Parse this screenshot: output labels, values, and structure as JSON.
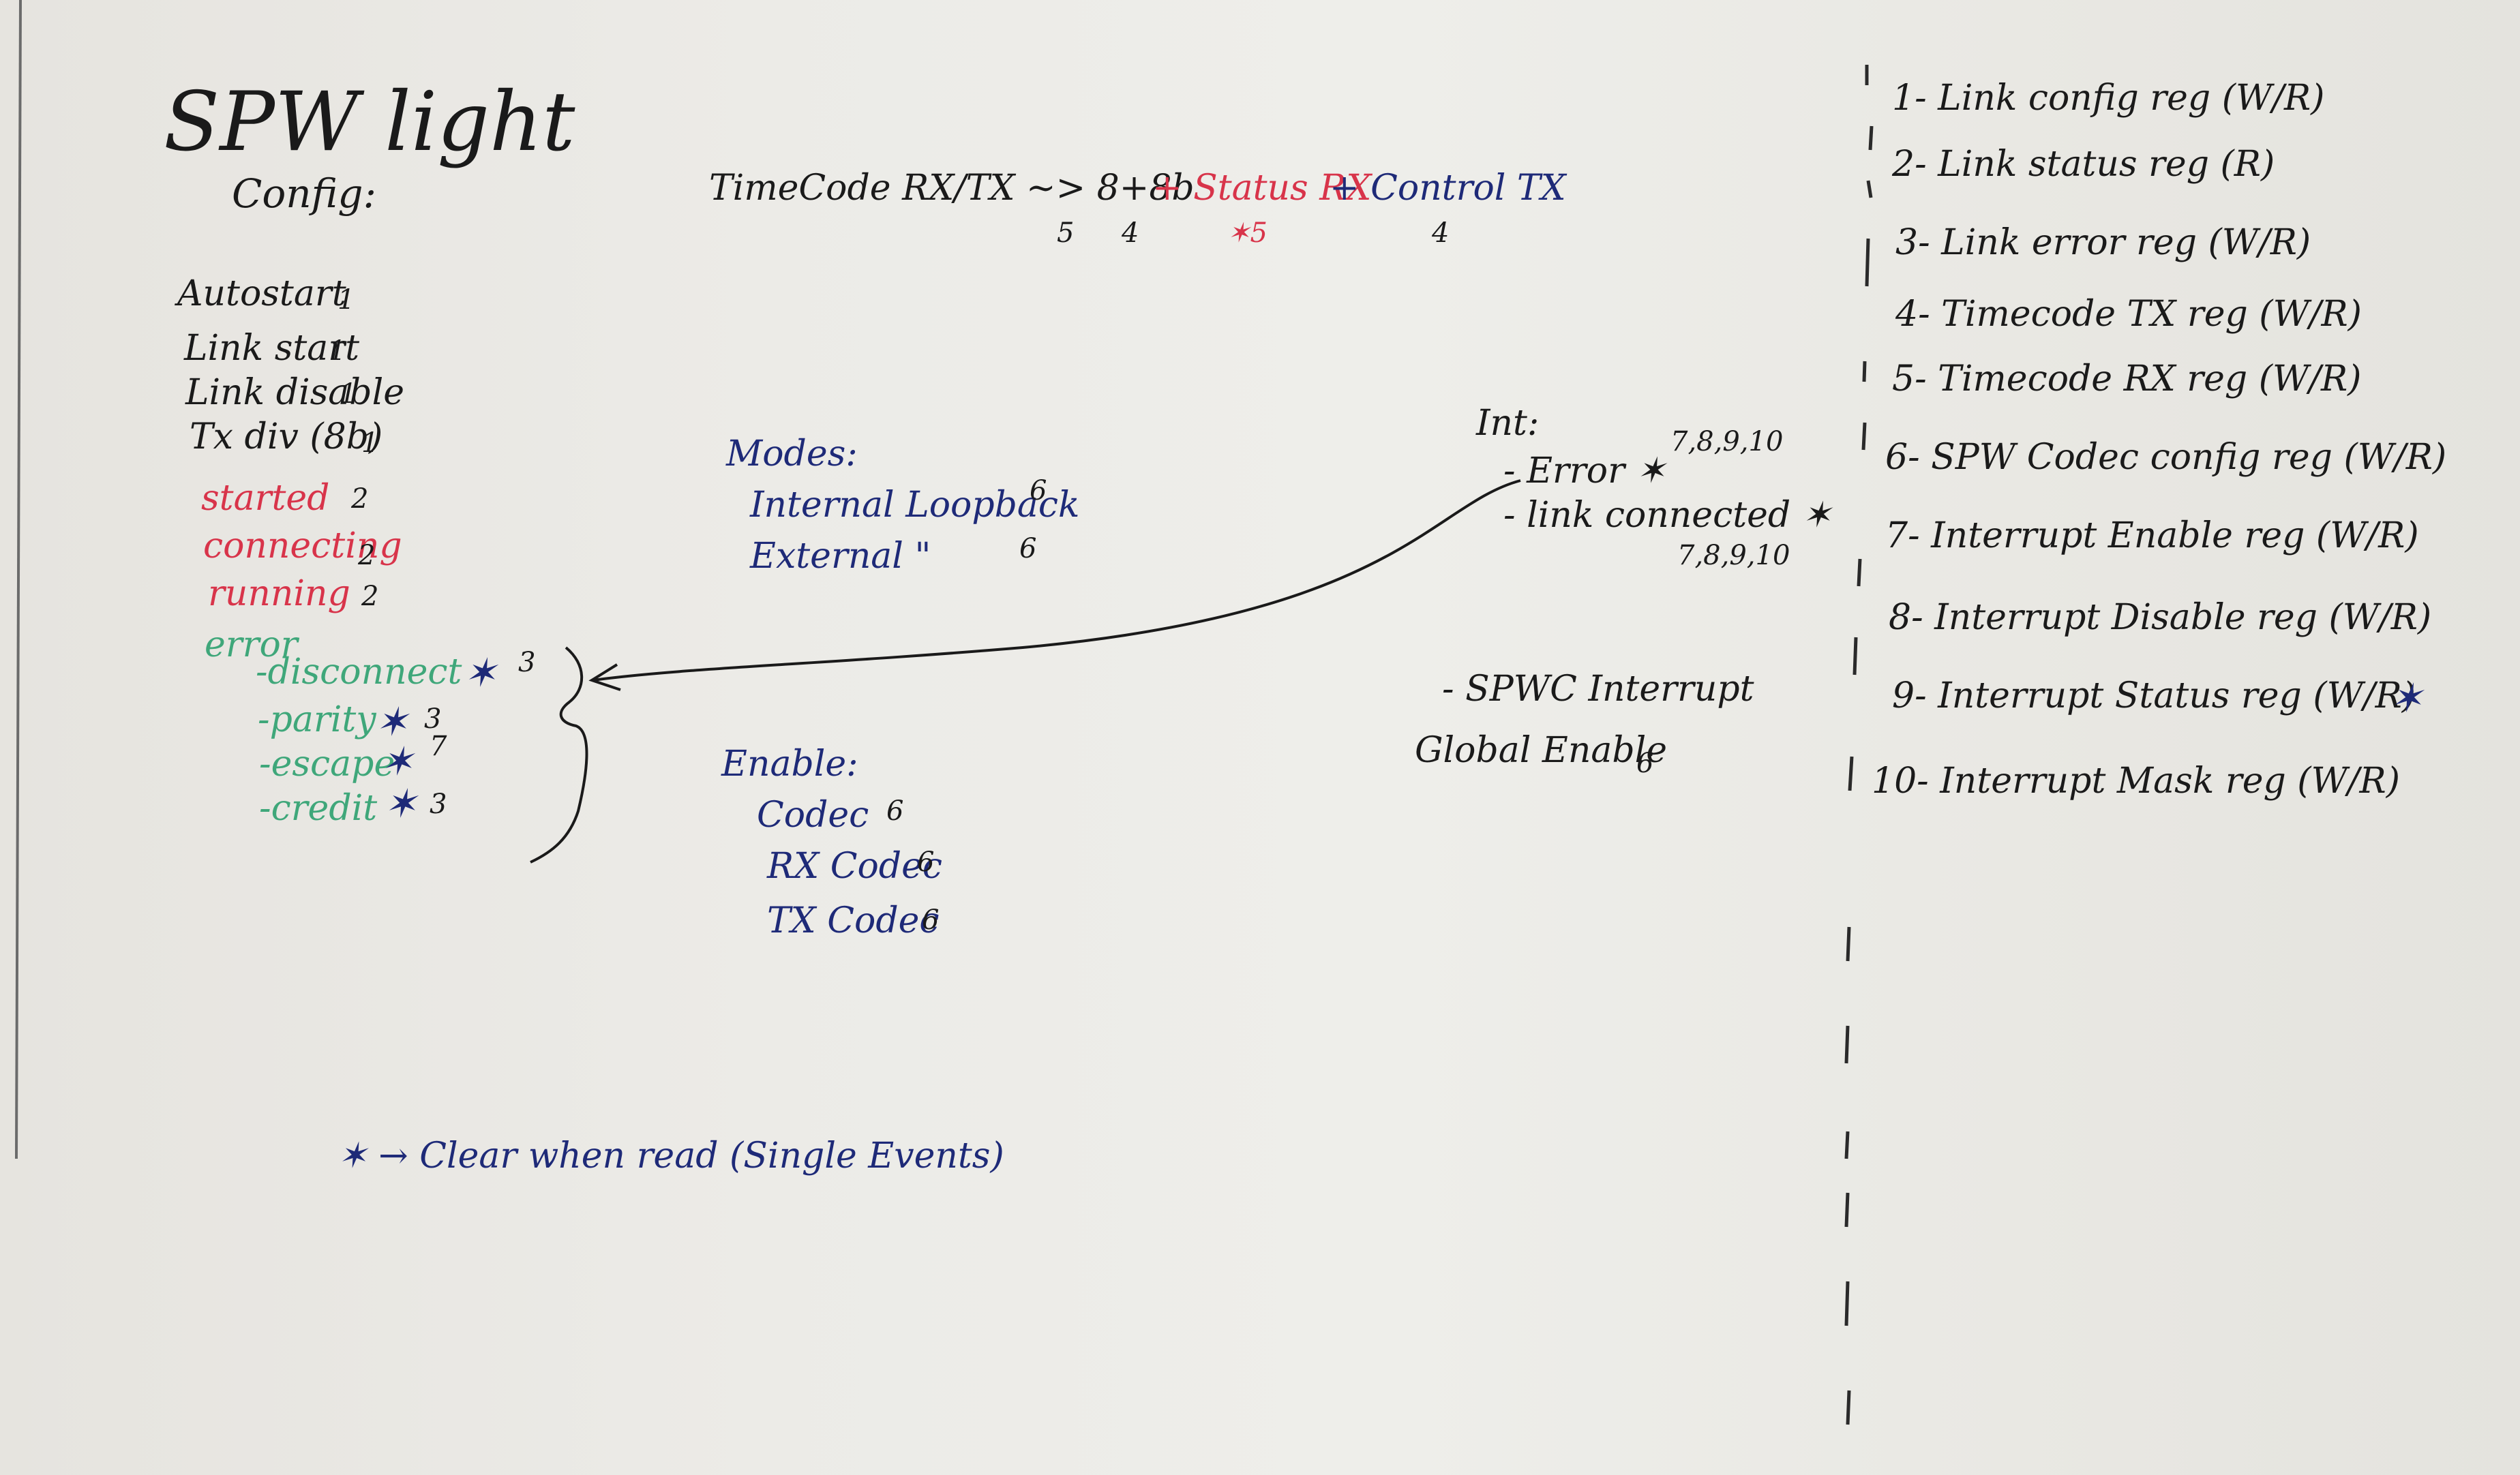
{
  "board": {
    "title": "SPW light",
    "config_heading": "Config:",
    "config_items": [
      {
        "label": "Autostart",
        "num": "1"
      },
      {
        "label": "Link start",
        "num": "1"
      },
      {
        "label": "Link disable",
        "num": "1"
      },
      {
        "label": "Tx div (8b)",
        "num": "1"
      }
    ],
    "states": [
      {
        "label": "started",
        "num": "2"
      },
      {
        "label": "connecting",
        "num": "2"
      },
      {
        "label": "running",
        "num": "2"
      }
    ],
    "error_heading": "error",
    "errors": [
      {
        "label": "-disconnect",
        "star": "✶",
        "num": "3"
      },
      {
        "label": "-parity",
        "star": "✶",
        "num": "3"
      },
      {
        "label": "-escape",
        "star": "✶",
        "num": "7"
      },
      {
        "label": "-credit",
        "star": "✶",
        "num": "3"
      }
    ],
    "timecode": {
      "prefix": "TimeCode RX/TX ~> 8+8b",
      "status": "+ Status RX",
      "control": "+ Control TX",
      "n1": "5",
      "n2": "4",
      "n3": "✶5",
      "n4": "4"
    },
    "modes": {
      "heading": "Modes:",
      "items": [
        {
          "label": "Internal Loopback",
          "num": "6"
        },
        {
          "label": "External   \"",
          "num": "6"
        }
      ]
    },
    "enable": {
      "heading": "Enable:",
      "items": [
        {
          "label": "Codec",
          "num": "6"
        },
        {
          "label": "RX Codec",
          "num": "6"
        },
        {
          "label": "TX Codec",
          "num": "6"
        }
      ]
    },
    "interrupts": {
      "heading": "Int:",
      "error": "- Error ✶",
      "error_refs": "7,8,9,10",
      "link": "- link connected ✶",
      "link_refs": "7,8,9,10",
      "spwc": "- SPWC Interrupt",
      "global": "Global Enable",
      "global_num": "6"
    },
    "note": "✶ → Clear when read (Single Events)",
    "registers": [
      {
        "label": "1- Link config reg (W/R)",
        "star": ""
      },
      {
        "label": "2- Link status reg (R)",
        "star": ""
      },
      {
        "label": "3- Link error reg (W/R)",
        "star": ""
      },
      {
        "label": "4- Timecode TX reg (W/R)",
        "star": ""
      },
      {
        "label": "5- Timecode RX reg (W/R)",
        "star": ""
      },
      {
        "label": "6- SPW Codec config reg (W/R)",
        "star": ""
      },
      {
        "label": "7- Interrupt Enable reg (W/R)",
        "star": ""
      },
      {
        "label": "8- Interrupt Disable reg (W/R)",
        "star": ""
      },
      {
        "label": "9- Interrupt Status reg (W/R)",
        "star": "✶"
      },
      {
        "label": "10- Interrupt Mask reg (W/R)",
        "star": ""
      }
    ]
  }
}
